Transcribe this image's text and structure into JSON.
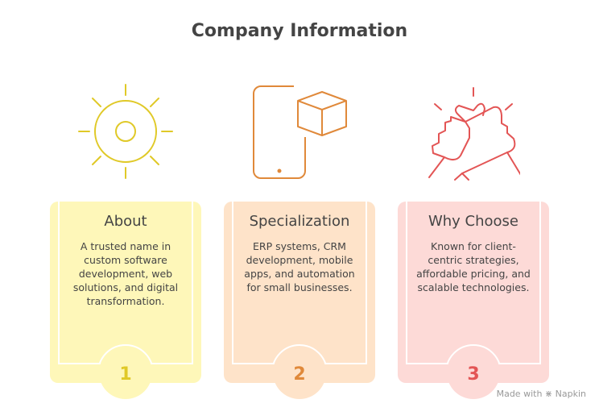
{
  "title": "Company Information",
  "colors": {
    "yellow_bg": "#FEF7B9",
    "yellow": "#E0C928",
    "orange_bg": "#FEE3C9",
    "orange": "#E0893A",
    "red_bg": "#FDDAD7",
    "red": "#E35555"
  },
  "cards": [
    {
      "number": "1",
      "heading": "About",
      "text": "A trusted name in custom software development, web solutions, and digital transformation.",
      "icon": "sun-icon"
    },
    {
      "number": "2",
      "heading": "Specialization",
      "text": "ERP systems, CRM development, mobile apps, and automation for small businesses.",
      "icon": "phone-box-icon"
    },
    {
      "number": "3",
      "heading": "Why Choose",
      "text": "Known for client-centric strategies, affordable pricing, and scalable technologies.",
      "icon": "handshake-icon"
    }
  ],
  "footer": {
    "made_with": "Made with",
    "brand": "Napkin"
  }
}
